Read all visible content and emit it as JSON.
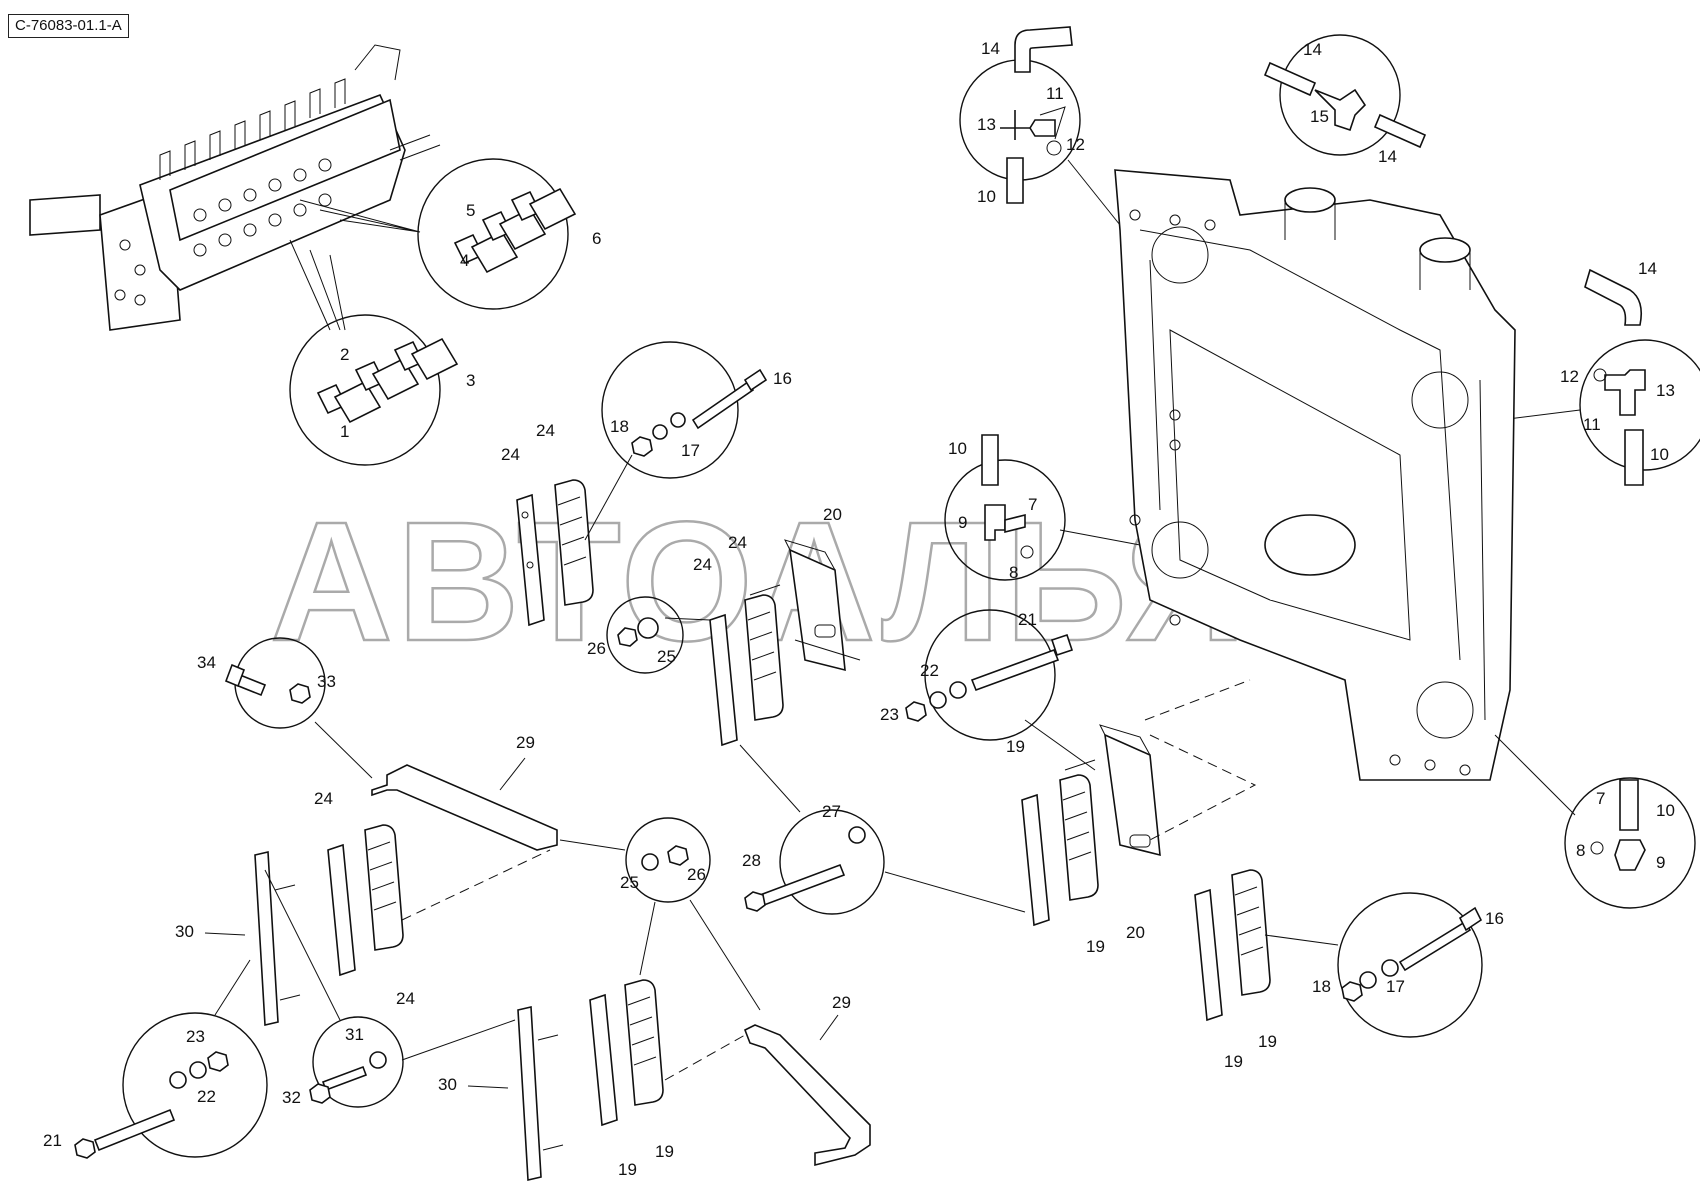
{
  "drawing": {
    "reference": "C-76083-01.1-A",
    "watermark": "АВТОАЛЬЯНС"
  },
  "callouts": {
    "c1": "1",
    "c2": "2",
    "c3": "3",
    "c4": "4",
    "c5": "5",
    "c6": "6",
    "c14a": "14",
    "c11a": "11",
    "c13a": "13",
    "c12a": "12",
    "c10a": "10",
    "c14b": "14",
    "c15": "15",
    "c14c": "14",
    "c14d": "14",
    "c12b": "12",
    "c13b": "13",
    "c11b": "11",
    "c10b": "10",
    "c16a": "16",
    "c18a": "18",
    "c17a": "17",
    "c24a": "24",
    "c24b": "24",
    "c24c": "24",
    "c24d": "24",
    "c24e": "24",
    "c24f": "24",
    "c20a": "20",
    "c26a": "26",
    "c25a": "25",
    "c10c": "10",
    "c7a": "7",
    "c9a": "9",
    "c8a": "8",
    "c21a": "21",
    "c22a": "22",
    "c23a": "23",
    "c34": "34",
    "c33": "33",
    "c29a": "29",
    "c19a": "19",
    "c19b": "19",
    "c20b": "20",
    "c7b": "7",
    "c10d": "10",
    "c8b": "8",
    "c9b": "9",
    "c27": "27",
    "c28": "28",
    "c25b": "25",
    "c26b": "26",
    "c16b": "16",
    "c18b": "18",
    "c17b": "17",
    "c19c": "19",
    "c19d": "19",
    "c30a": "30",
    "c23b": "23",
    "c22b": "22",
    "c21b": "21",
    "c31": "31",
    "c32": "32",
    "c30b": "30",
    "c19e": "19",
    "c19f": "19",
    "c29b": "29"
  }
}
